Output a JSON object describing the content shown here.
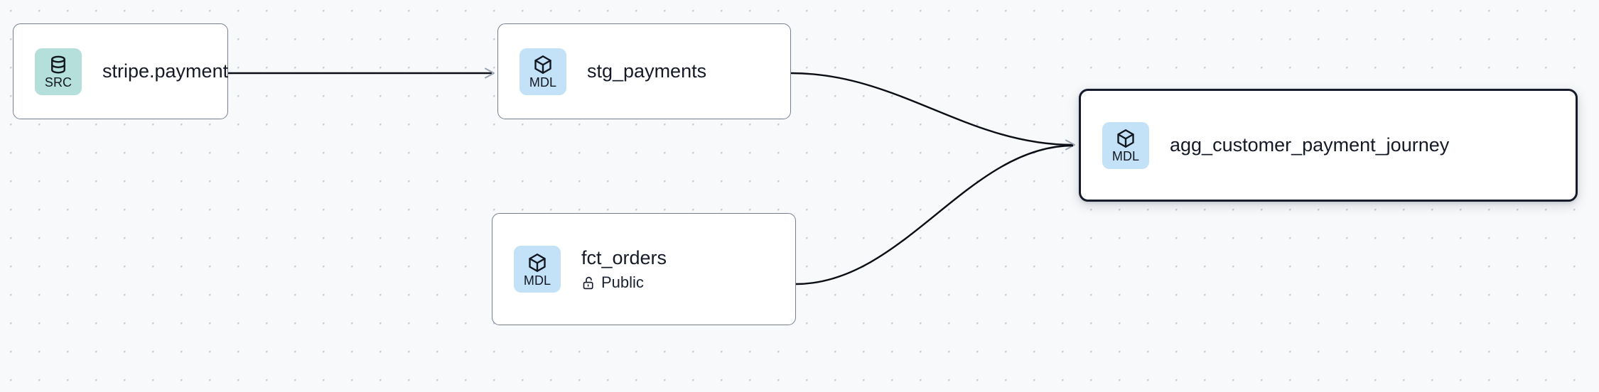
{
  "graph": {
    "background_color": "#f7f9fb",
    "grid_dot_color": "#c9cfdb",
    "edge_color": "#0b0e14",
    "arrow_color": "#9aa3b2",
    "selected_border_color": "#161b2b",
    "node_border_color": "#767e8e",
    "badge_src_color": "#b4dfdb",
    "badge_mdl_color": "#c3e2f8",
    "nodes": [
      {
        "id": "stripe-payment",
        "title": "stripe.payment",
        "badge_label": "SRC",
        "badge_icon": "database-icon",
        "badge_type": "src",
        "selected": false
      },
      {
        "id": "stg-payments",
        "title": "stg_payments",
        "badge_label": "MDL",
        "badge_icon": "cube-icon",
        "badge_type": "mdl",
        "selected": false
      },
      {
        "id": "fct-orders",
        "title": "fct_orders",
        "badge_label": "MDL",
        "badge_icon": "cube-icon",
        "badge_type": "mdl",
        "visibility_label": "Public",
        "visibility_icon": "unlock-icon",
        "selected": false
      },
      {
        "id": "agg-customer-payment-journey",
        "title": "agg_customer_payment_journey",
        "badge_label": "MDL",
        "badge_icon": "cube-icon",
        "badge_type": "mdl",
        "selected": true
      }
    ],
    "edges": [
      {
        "id": "edge-stripe-to-stg",
        "from": "stripe-payment",
        "to": "stg-payments",
        "style": "straight"
      },
      {
        "id": "edge-stg-to-agg",
        "from": "stg-payments",
        "to": "agg-customer-payment-journey",
        "style": "bezier"
      },
      {
        "id": "edge-fct-to-agg",
        "from": "fct-orders",
        "to": "agg-customer-payment-journey",
        "style": "bezier"
      }
    ]
  }
}
